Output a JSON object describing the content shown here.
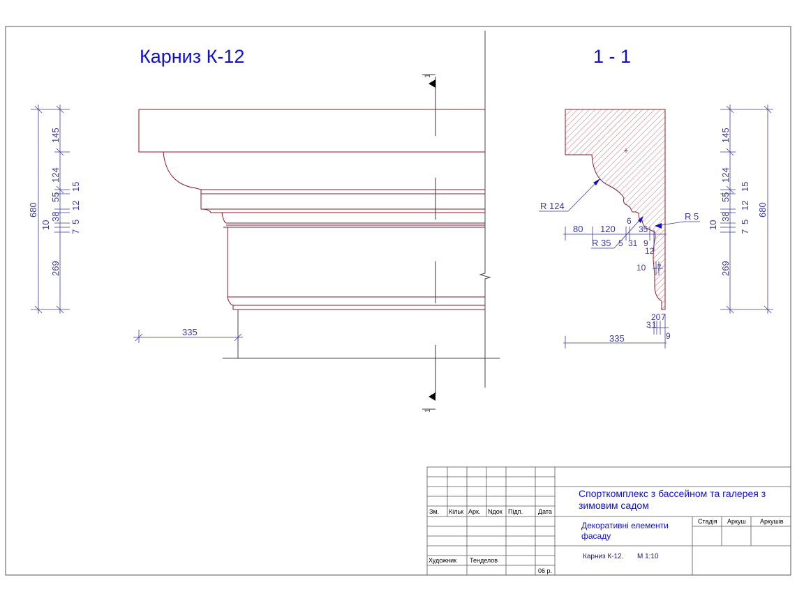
{
  "titles": {
    "elevation": "Карниз К-12",
    "section": "1 - 1"
  },
  "section_marks": {
    "top": "1",
    "bottom": "1"
  },
  "colors": {
    "outline": "#8b1a2b",
    "dimension": "#3a3aa0",
    "title": "#1010cc",
    "frame": "#555555"
  },
  "dims_left": {
    "total": "680",
    "d145": "145",
    "d124": "124",
    "d15": "15",
    "d55": "55",
    "d12": "12",
    "d38": "38",
    "d10": "10",
    "d7": "7",
    "d5": "5",
    "d269": "269"
  },
  "dims_right": {
    "total": "680",
    "d145": "145",
    "d124": "124",
    "d15": "15",
    "d55": "55",
    "d12": "12",
    "d38": "38",
    "d10": "10",
    "d7": "7",
    "d5": "5",
    "d269": "269"
  },
  "dims_elevation": {
    "bottom": "335"
  },
  "dims_section": {
    "r124": "R 124",
    "r5": "R 5",
    "r35": "R 35",
    "d80": "80",
    "d120": "120",
    "d6": "6",
    "d35": "35",
    "d5": "5",
    "d31": "31",
    "d9a": "9",
    "d12": "12",
    "d10": "10",
    "d7": "7",
    "d20": "20",
    "d7b": "7",
    "d3": "3",
    "d1": "1",
    "d9b": "9",
    "bottom": "335"
  },
  "title_block": {
    "headers": [
      "Зм.",
      "Кільк",
      "Арк.",
      "Nдок",
      "Підп.",
      "Дата"
    ],
    "project": "Спорткомплекс з бассейном та галерея з зимовим садом",
    "drawing": "Декоративні елементи фасаду",
    "stage_header": "Стадія",
    "sheet_header": "Аркуш",
    "sheets_header": "Аркушів",
    "role": "Художник",
    "name": "Тенделов",
    "year": "06 р.",
    "item": "Карниз К-12.",
    "scale": "М 1:10"
  }
}
